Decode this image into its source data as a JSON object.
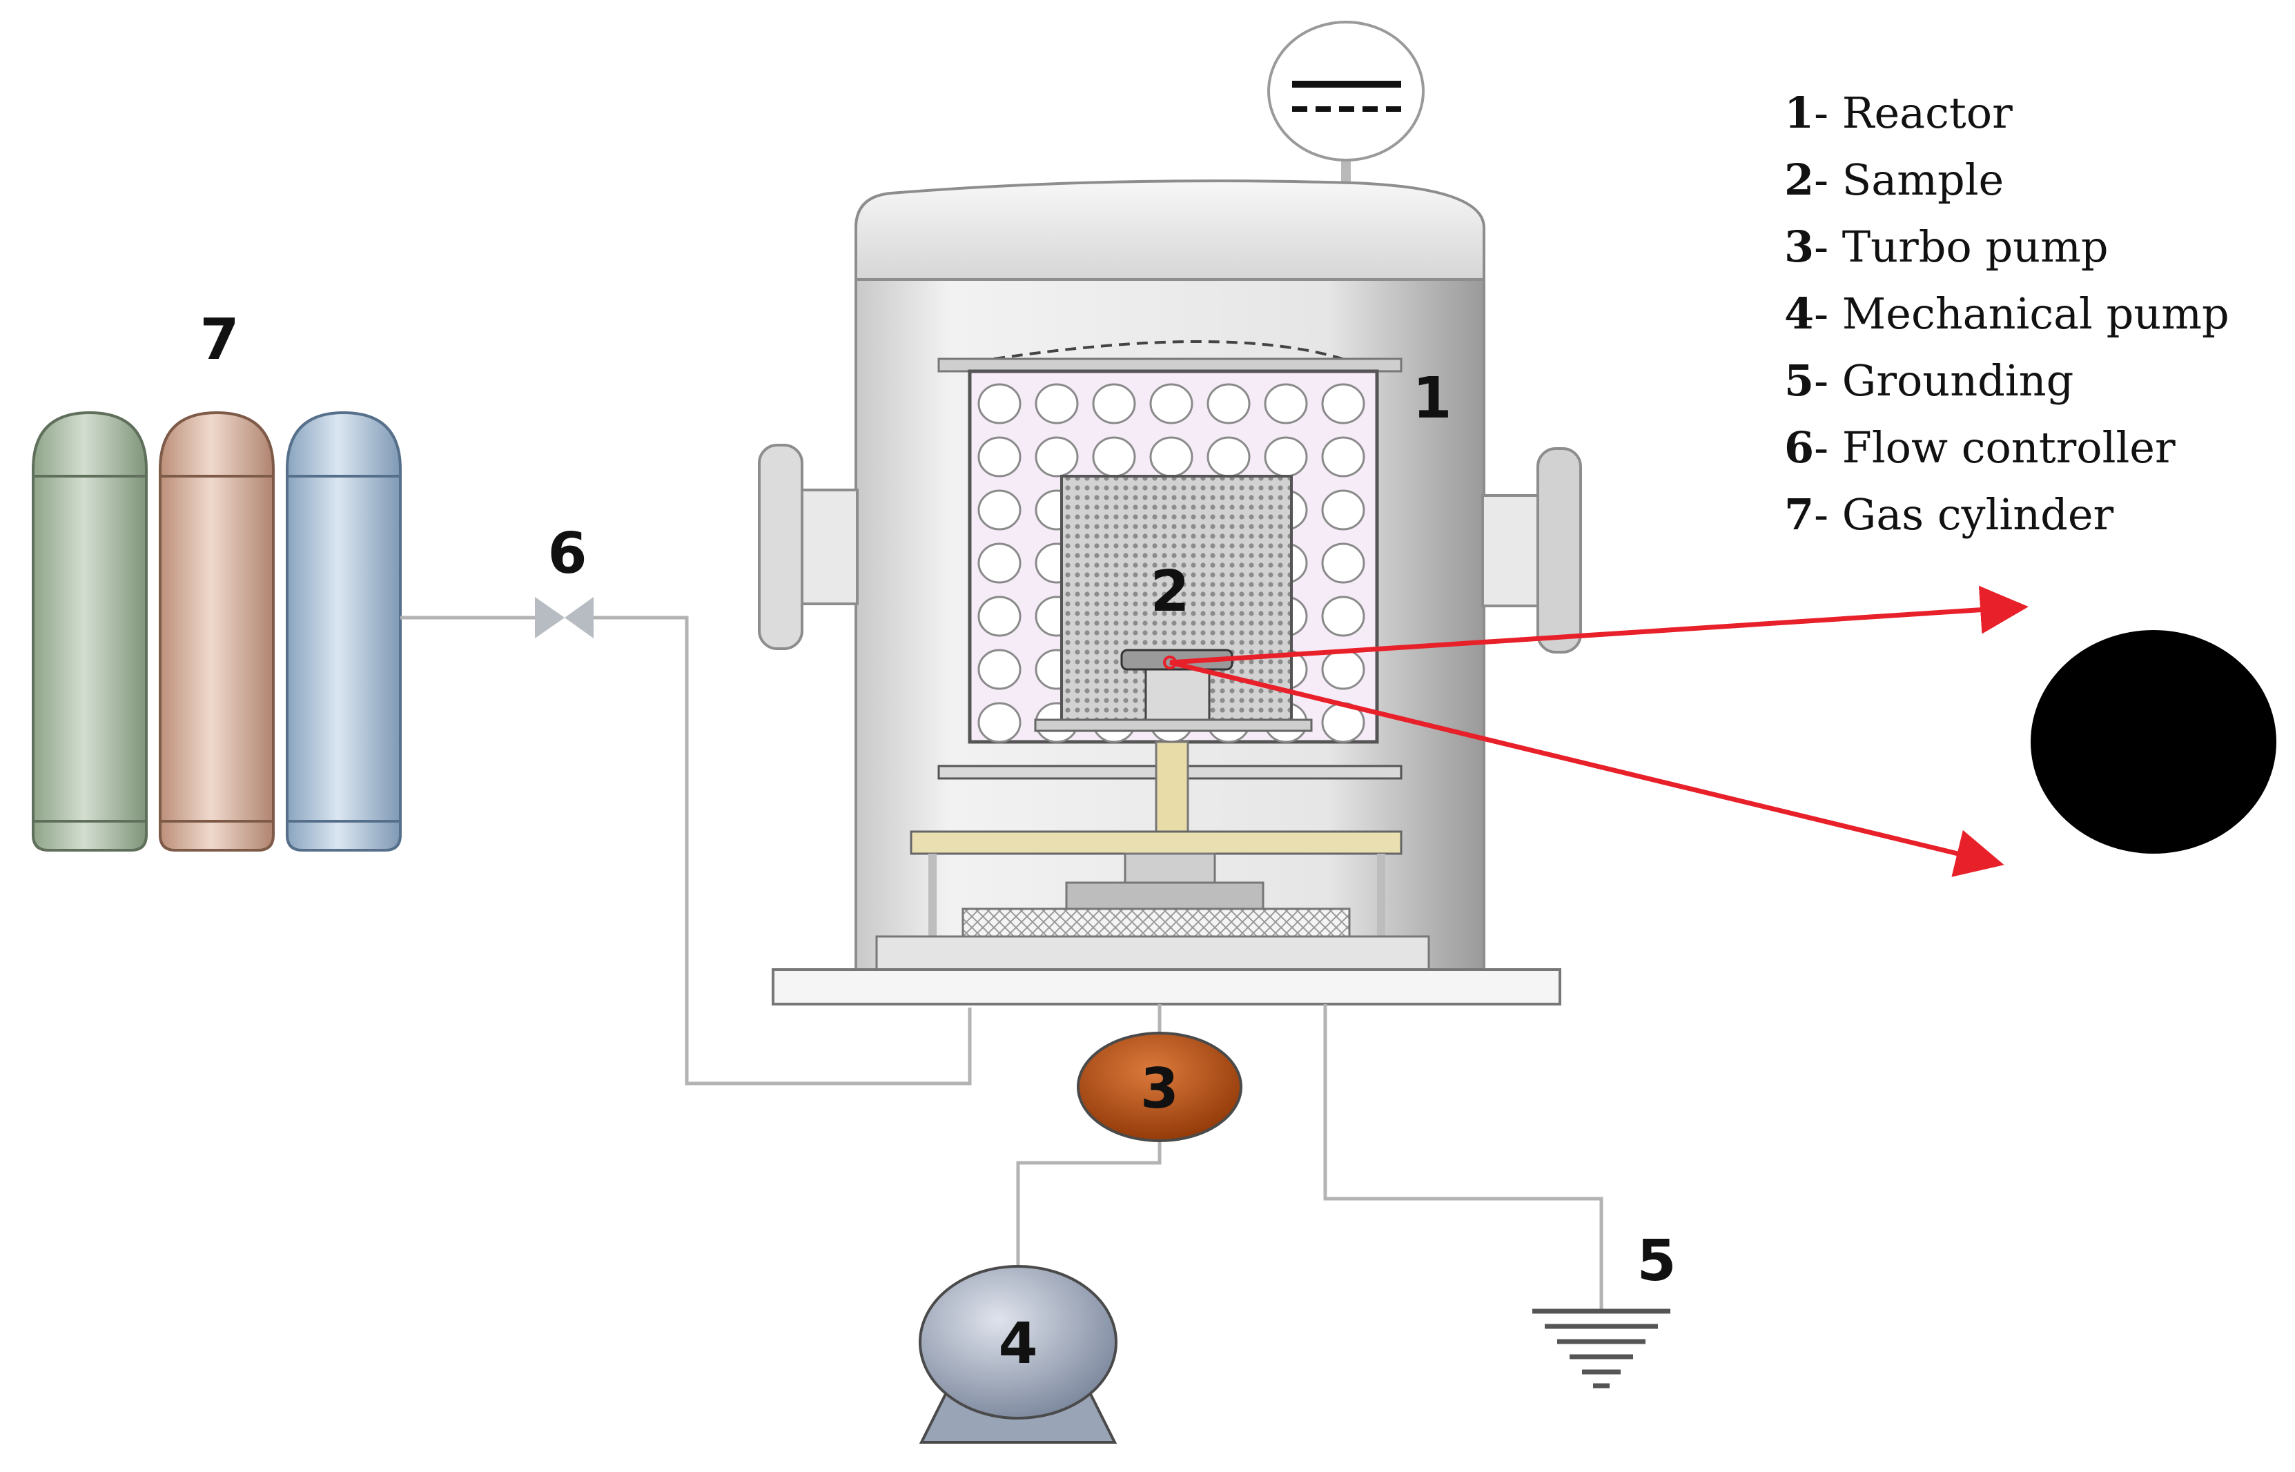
{
  "labels": {
    "reactor": "1",
    "sample": "2",
    "turbo_pump": "3",
    "mechanical_pump": "4",
    "grounding": "5",
    "flow_controller": "6",
    "gas_cylinder": "7"
  },
  "legend": [
    {
      "num": "1",
      "text": "- Reactor"
    },
    {
      "num": "2",
      "text": "- Sample"
    },
    {
      "num": "3",
      "text": "- Turbo pump"
    },
    {
      "num": "4",
      "text": "- Mechanical  pump"
    },
    {
      "num": "5",
      "text": "- Grounding"
    },
    {
      "num": "6",
      "text": "- Flow controller"
    },
    {
      "num": "7",
      "text": "- Gas cylinder"
    }
  ],
  "colors": {
    "beam": "#e8202a",
    "turbo_pump": "#b84a10",
    "mechanical_pump": "#8a95aa",
    "cylinder_green": "#aebfa8",
    "cylinder_brown": "#d6b09c",
    "cylinder_blue": "#a9bfd6",
    "plasma_cage": "#f6ecf8",
    "target": "#000000"
  },
  "icons": [
    "dc-power-supply-icon",
    "valve-icon",
    "ground-icon"
  ]
}
